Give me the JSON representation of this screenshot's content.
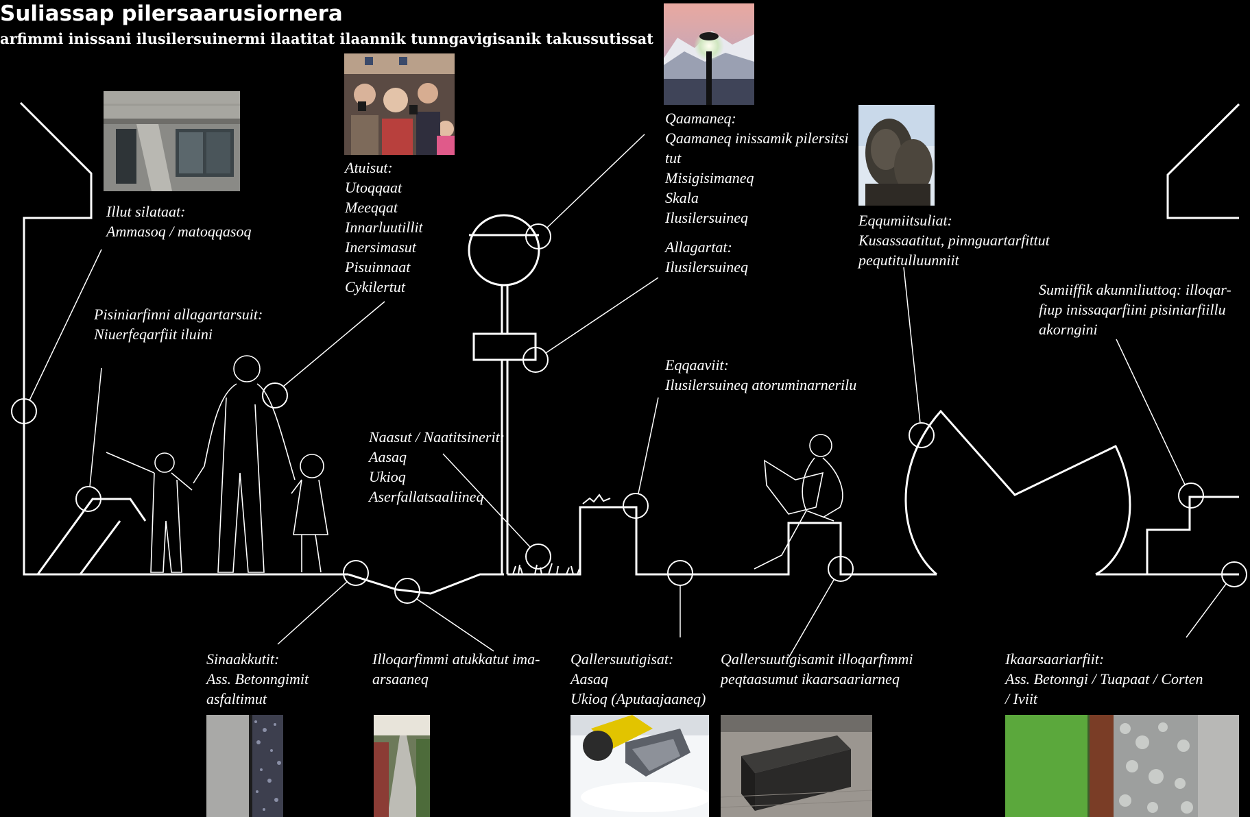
{
  "title": "Suliassap pilersaarusiornera",
  "subtitle": "arfimmi inissani ilusilersuinermi ilaatitat ilaannik tunngavigisanik takussutissat",
  "labels": {
    "illut": [
      "Illut silataat:",
      "Ammasoq / matoqqasoq"
    ],
    "pisiniarfinni": [
      "Pisiniarfinni allagartarsuit:",
      "Niuerfeqarfiit iluini"
    ],
    "atuisut": [
      "Atuisut:",
      "Utoqqaat",
      "Meeqqat",
      "Innarluutillit",
      "Inersimasut",
      "Pisuinnaat",
      "Cykilertut"
    ],
    "qaamaneq": [
      "Qaamaneq:",
      "Qaamaneq inissamik pilersitsi",
      "tut",
      "Misigisimaneq",
      "Skala",
      "Ilusilersuineq"
    ],
    "allagartat": [
      "Allagartat:",
      "Ilusilersuineq"
    ],
    "eqqumiitsuliat": [
      "Eqqumiitsuliat:",
      "Kusassaatitut, pinnguartarfittut",
      "pequtitulluunniit"
    ],
    "sumiiffik": [
      "Sumiiffik akunniliuttoq: illoqar-",
      "fiup inissaqarfiini pisiniarfiillu",
      "akorngini"
    ],
    "eqqaaviit": [
      "Eqqaaviit:",
      "Ilusilersuineq atoruminarnerilu"
    ],
    "naasut": [
      "Naasut / Naatitsinerit:",
      "Aasaq",
      "Ukioq",
      "Aserfallatsaaliineq"
    ],
    "sinaakkutit": [
      "Sinaakkutit:",
      "Ass. Betonngimit",
      "asfaltimut"
    ],
    "illoqarfimmi": [
      "Illoqarfimmi atukkatut ima-",
      "arsaaneq"
    ],
    "qallersuutigisat": [
      "Qallersuutigisat:",
      "Aasaq",
      "Ukioq (Aputaajaaneq)"
    ],
    "qallersuutigisamit": [
      "Qallersuutigisamit illoqarfimmi",
      "peqtaasumut ikaarsaariarneq"
    ],
    "ikaarsaariarfiit": [
      "Ikaarsaariarfiit:",
      "Ass. Betonngi / Tuapaat / Corten",
      "/ Iviit"
    ]
  },
  "photos": {
    "building": "building facade photo",
    "crowd": "crowd of people photo",
    "lamp": "street lamp at dusk photo",
    "sculpture": "bronze sculpture photo",
    "concrete_asphalt": "concrete and asphalt samples",
    "sidewalk": "sidewalk path photo",
    "snowplow": "snow plough photo",
    "bench": "concrete bench photo",
    "materials": "grass, corten, gravel, concrete samples"
  },
  "colors": {
    "background": "#000000",
    "line": "#ffffff"
  }
}
